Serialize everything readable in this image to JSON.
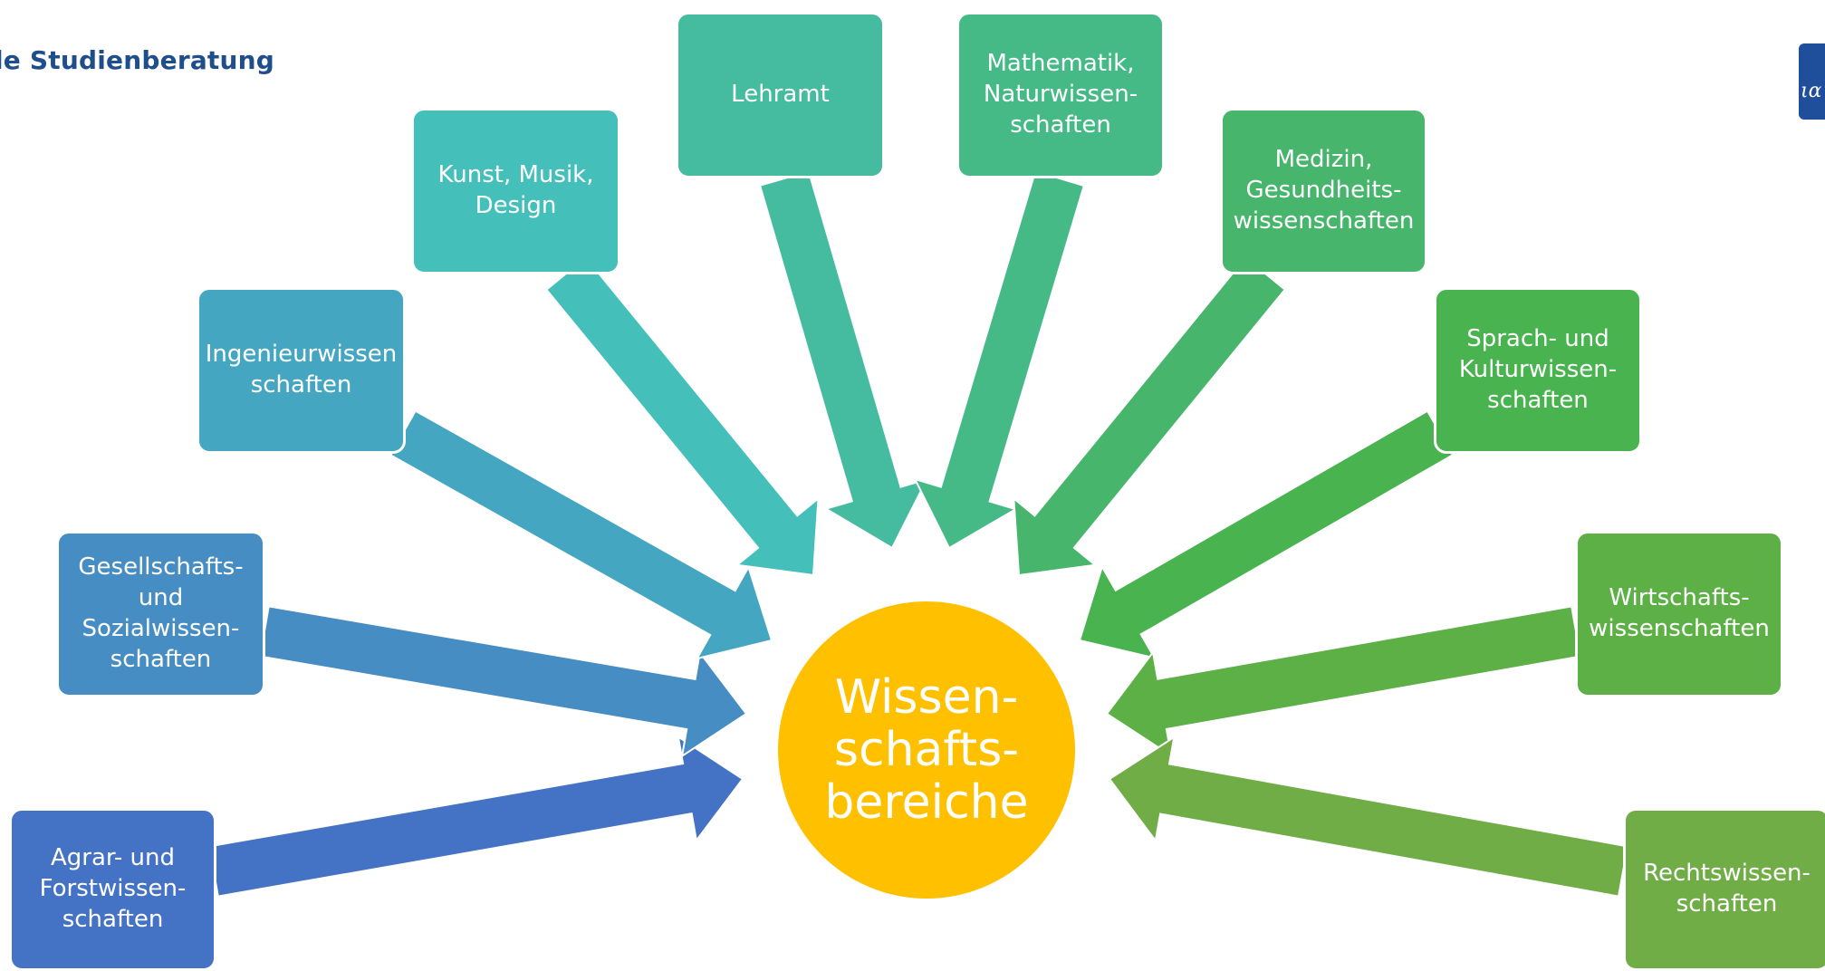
{
  "header": {
    "title": "le Studienberatung"
  },
  "logo": {
    "glyph": "ια"
  },
  "center": {
    "label": "Wissen-\nschafts-\nbereiche",
    "color": "#ffc000"
  },
  "fields": [
    {
      "label": "Agrar- und\nForstwissen-\nschaften",
      "color": "#4472c4"
    },
    {
      "label": "Gesellschafts-\nund\nSozialwissen-\nschaften",
      "color": "#468dc3"
    },
    {
      "label": "Ingenieurwissen\nschaften",
      "color": "#45a6c1"
    },
    {
      "label": "Kunst, Musik,\nDesign",
      "color": "#45bfba"
    },
    {
      "label": "Lehramt",
      "color": "#45bca0"
    },
    {
      "label": "Mathematik,\nNaturwissen-\nschaften",
      "color": "#45b986"
    },
    {
      "label": "Medizin,\nGesundheits-\nwissenschaften",
      "color": "#47b56c"
    },
    {
      "label": "Sprach- und\nKulturwissen-\nschaften",
      "color": "#48b34f"
    },
    {
      "label": "Wirtschafts-\nwissenschaften",
      "color": "#5cb046"
    },
    {
      "label": "Rechtswissen-\nschaften",
      "color": "#70ad47"
    }
  ]
}
